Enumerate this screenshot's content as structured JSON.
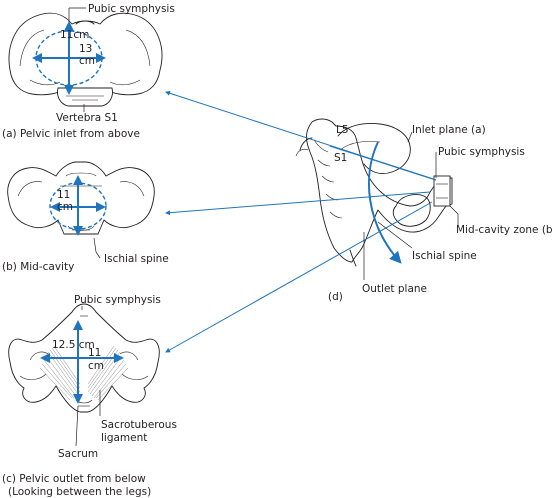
{
  "colors": {
    "accent": "#1f75bd",
    "outline": "#231f20",
    "ligament": "#8a8a8a"
  },
  "panel_a": {
    "caption": "(a) Pelvic inlet from above",
    "top_label": "Pubic symphysis",
    "bottom_label": "Vertebra S1",
    "ap_value": "11cm",
    "transverse_value": "13",
    "transverse_unit": "cm"
  },
  "panel_b": {
    "caption": "(b) Mid-cavity",
    "ap_value": "11",
    "unit": "cm",
    "spine_label": "Ischial spine"
  },
  "panel_c": {
    "caption_line1": "(c) Pelvic outlet from below",
    "caption_line2": "(Looking between the legs)",
    "top_label": "Pubic symphysis",
    "transverse_value": "12.5 cm",
    "ap_value": "11",
    "unit": "cm",
    "ligament_line1": "Sacrotuberous",
    "ligament_line2": "ligament",
    "sacrum_label": "Sacrum"
  },
  "panel_d": {
    "caption": "(d)",
    "l5": "L5",
    "s1": "S1",
    "inlet_plane": "Inlet plane (a)",
    "pubic_symphysis": "Pubic symphysis",
    "mid_cavity_zone": "Mid-cavity zone (b)",
    "ischial_spine": "Ischial spine",
    "outlet_plane": "Outlet plane"
  }
}
